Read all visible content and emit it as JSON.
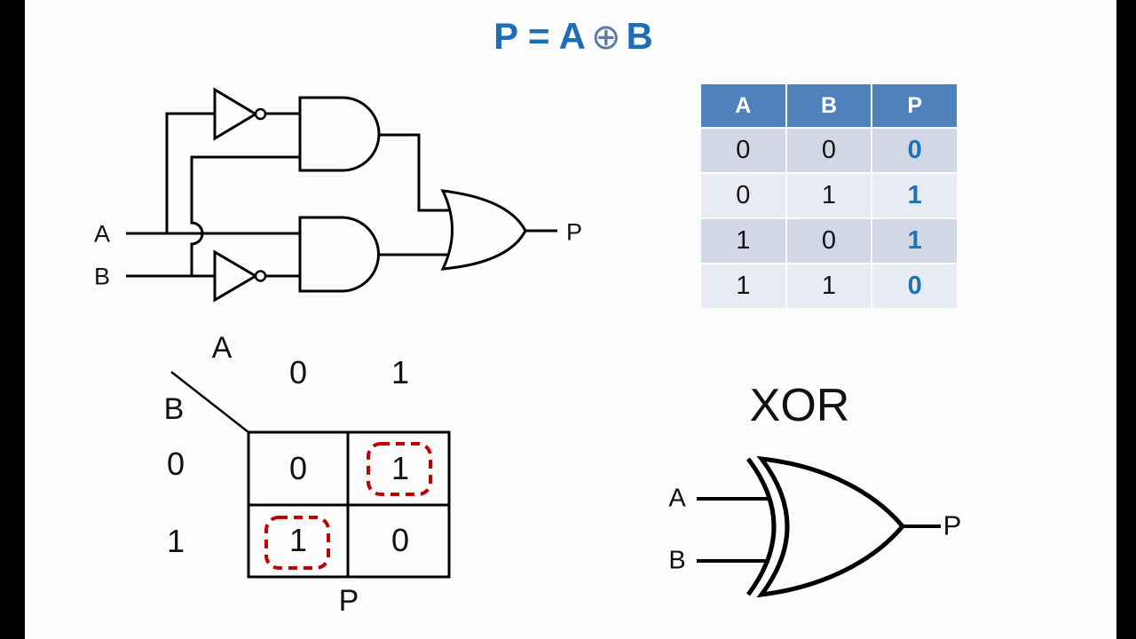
{
  "title": {
    "lhs": "P = A",
    "oplus_symbol": "⊕",
    "rhs": "B"
  },
  "colors": {
    "title_blue": "#1e6db5",
    "oplus_slate_blue": "#5c7aa5",
    "table_header_bg": "#4f81bd",
    "table_row_dark": "#d2d7e7",
    "table_row_light": "#e9ebf4",
    "table_p_text": "#2171b5",
    "kmap_highlight_red": "#c00000",
    "line_black": "#000000"
  },
  "circuit": {
    "input_a": "A",
    "input_b": "B",
    "output": "P",
    "gates": [
      "not-a",
      "not-b",
      "and-top",
      "and-bottom",
      "or-output"
    ]
  },
  "truth_table": {
    "headers": [
      "A",
      "B",
      "P"
    ],
    "rows": [
      [
        "0",
        "0",
        "0"
      ],
      [
        "0",
        "1",
        "1"
      ],
      [
        "1",
        "0",
        "1"
      ],
      [
        "1",
        "1",
        "0"
      ]
    ]
  },
  "kmap": {
    "var_top": "A",
    "var_side": "B",
    "col_labels": [
      "0",
      "1"
    ],
    "row_labels": [
      "0",
      "1"
    ],
    "cells": [
      [
        "0",
        "1"
      ],
      [
        "1",
        "0"
      ]
    ],
    "highlighted_cells": [
      [
        0,
        1
      ],
      [
        1,
        0
      ]
    ],
    "output_label": "P"
  },
  "xor": {
    "title": "XOR",
    "input_a": "A",
    "input_b": "B",
    "output": "P"
  }
}
